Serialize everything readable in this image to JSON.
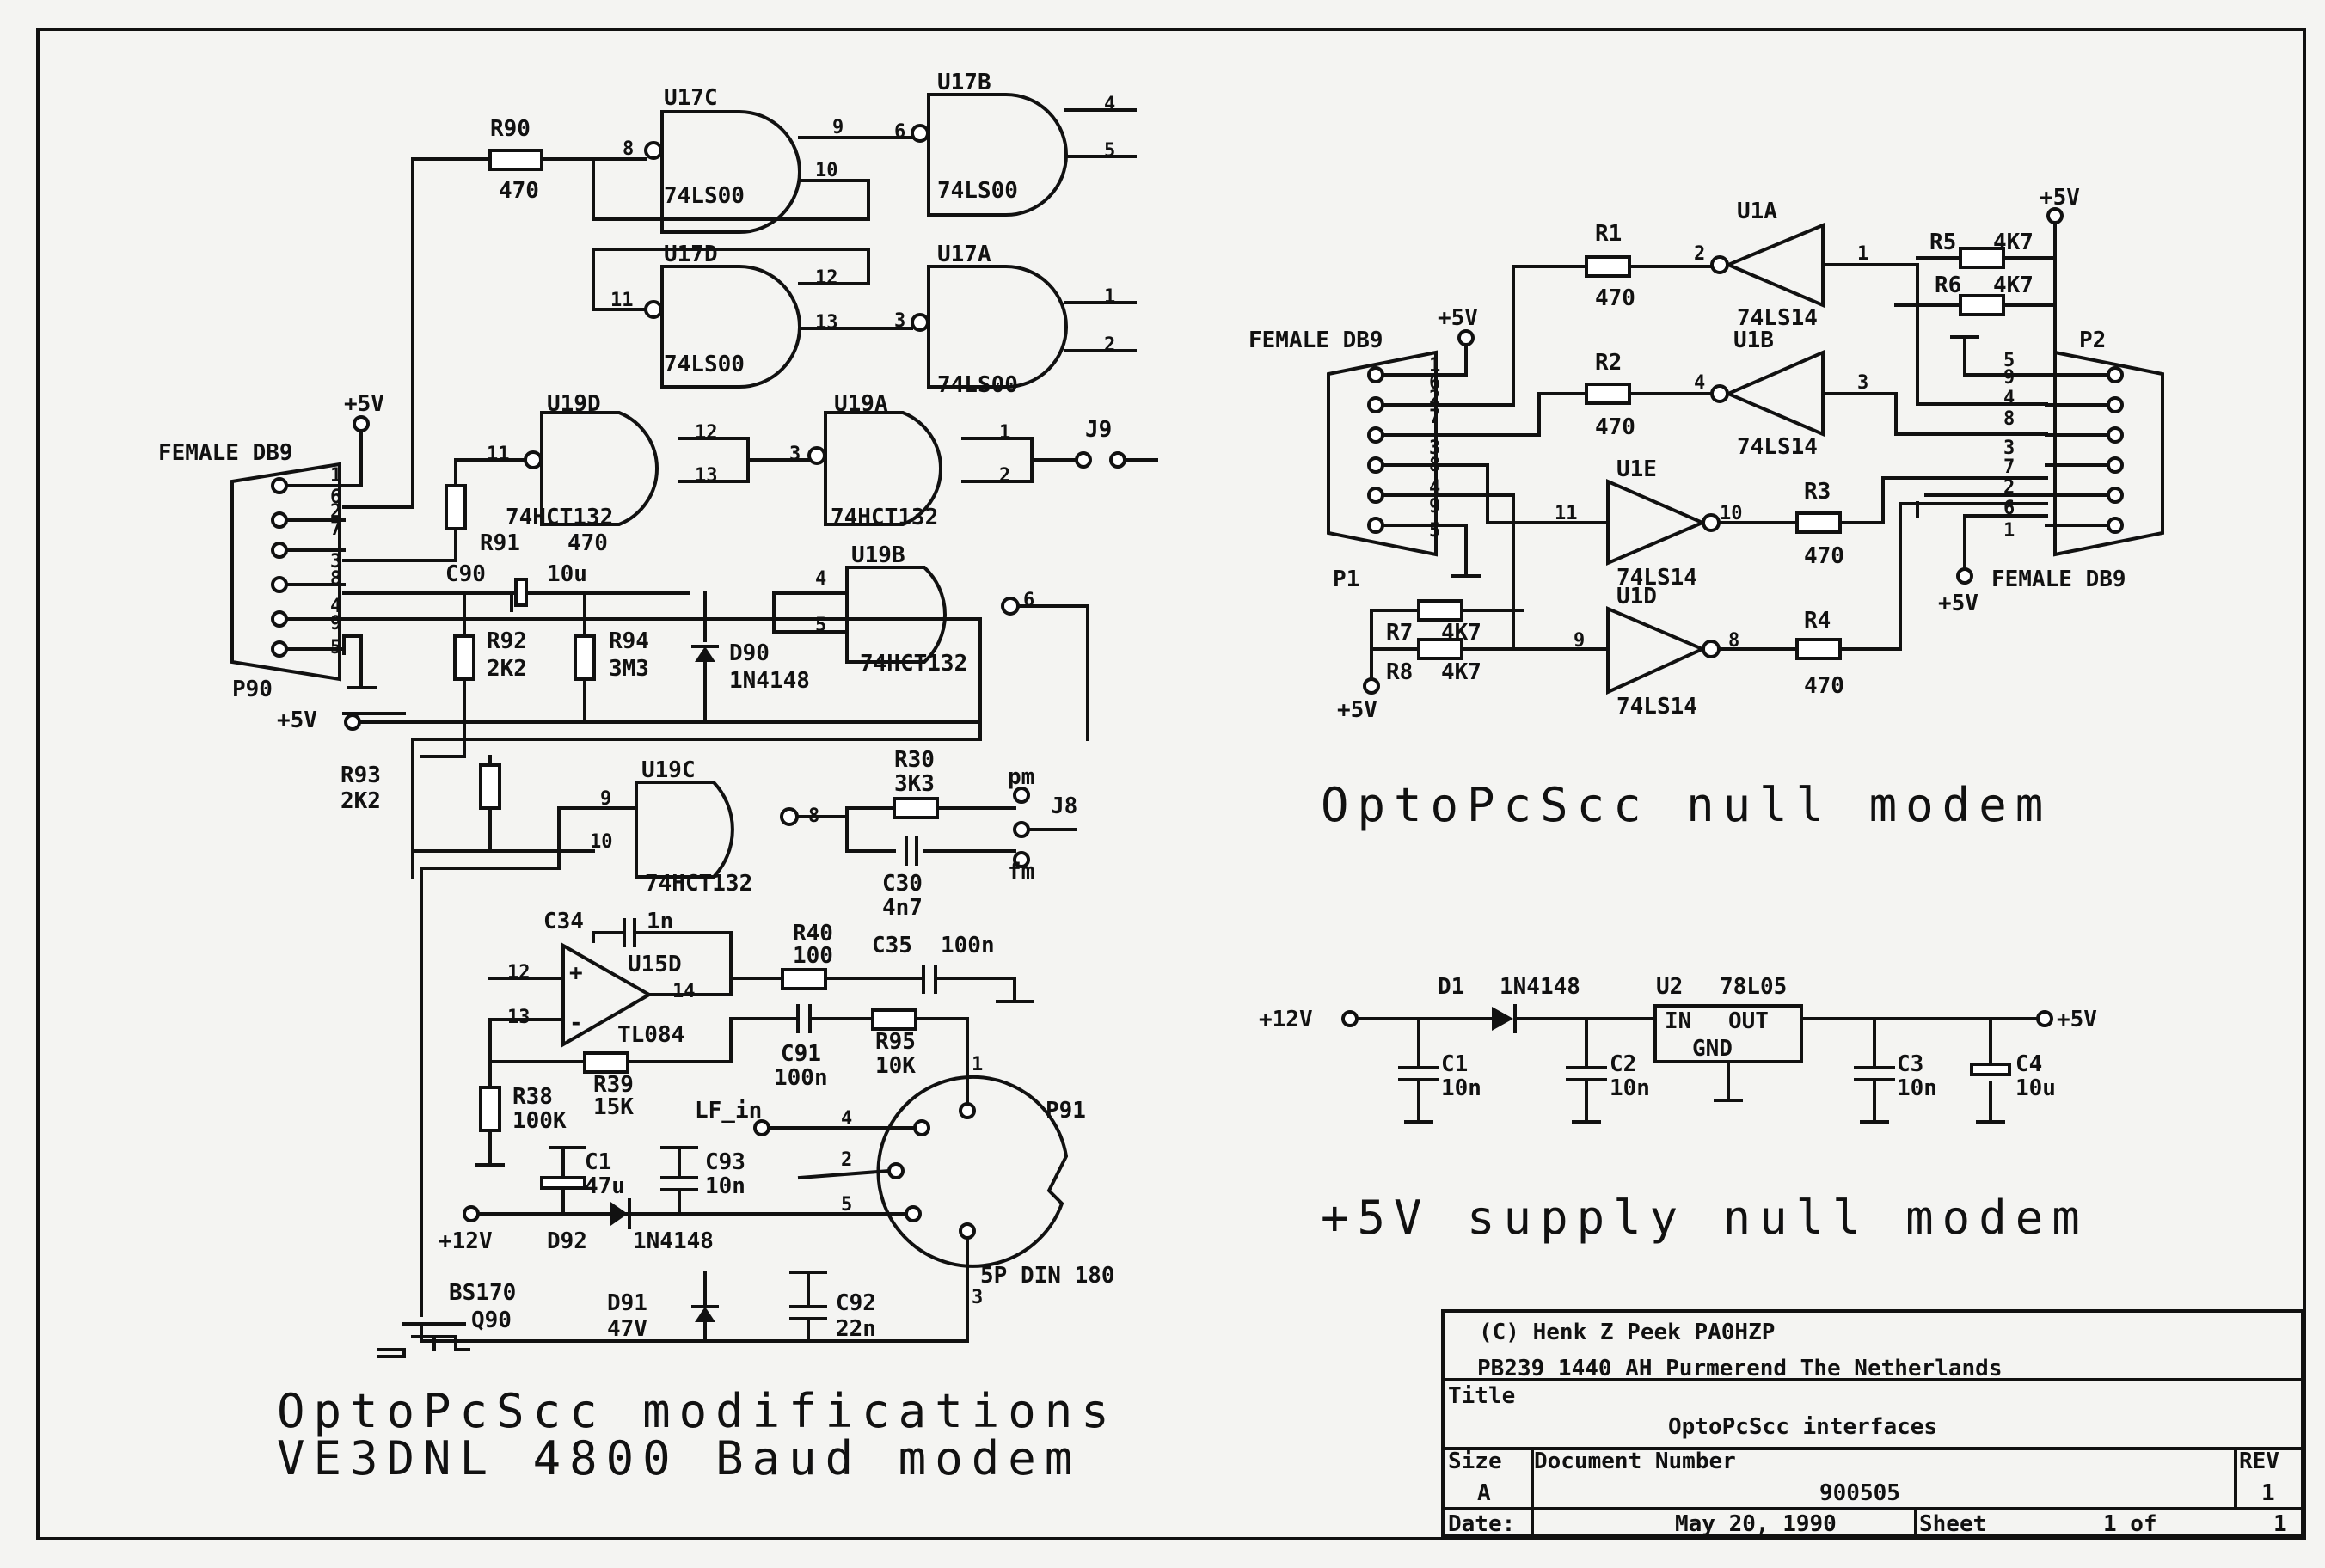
{
  "titles": {
    "modem_line1": "OptoPcScc modifications",
    "modem_line2": "VE3DNL 4800 Baud modem",
    "null_modem": "OptoPcScc null modem",
    "supply": "+5V supply null modem"
  },
  "left": {
    "u17c": {
      "ref": "U17C",
      "type": "74LS00",
      "pins": [
        "8",
        "9",
        "10"
      ]
    },
    "u17b": {
      "ref": "U17B",
      "type": "74LS00",
      "pins": [
        "6",
        "4",
        "5"
      ]
    },
    "u17d": {
      "ref": "U17D",
      "type": "74LS00",
      "pins": [
        "11",
        "12",
        "13"
      ]
    },
    "u17a": {
      "ref": "U17A",
      "type": "74LS00",
      "pins": [
        "3",
        "1",
        "2"
      ]
    },
    "u19d": {
      "ref": "U19D",
      "type": "74HCT132",
      "pins": [
        "11",
        "12",
        "13"
      ]
    },
    "u19a": {
      "ref": "U19A",
      "type": "74HCT132",
      "pins": [
        "3",
        "1",
        "2"
      ]
    },
    "u19b": {
      "ref": "U19B",
      "type": "74HCT132",
      "pins": [
        "4",
        "5",
        "6"
      ]
    },
    "u19c": {
      "ref": "U19C",
      "type": "74HCT132",
      "pins": [
        "9",
        "10",
        "8"
      ]
    },
    "u15d": {
      "ref": "U15D",
      "type": "TL084",
      "pins": [
        "12",
        "13",
        "14"
      ]
    },
    "r90": {
      "ref": "R90",
      "val": "470"
    },
    "r91": {
      "ref": "R91",
      "val": "470"
    },
    "r92": {
      "ref": "R92",
      "val": "2K2"
    },
    "r93": {
      "ref": "R93",
      "val": "2K2"
    },
    "r94": {
      "ref": "R94",
      "val": "3M3"
    },
    "r30": {
      "ref": "R30",
      "val": "3K3"
    },
    "r40": {
      "ref": "R40",
      "val": "100"
    },
    "r95": {
      "ref": "R95",
      "val": "10K"
    },
    "r39": {
      "ref": "R39",
      "val": "15K"
    },
    "r38": {
      "ref": "R38",
      "val": "100K"
    },
    "c90": {
      "ref": "C90",
      "val": "10u"
    },
    "c30": {
      "ref": "C30",
      "val": "4n7"
    },
    "c34": {
      "ref": "C34",
      "val": "1n"
    },
    "c35": {
      "ref": "C35",
      "val": "100n"
    },
    "c91": {
      "ref": "C91",
      "val": "100n"
    },
    "c1": {
      "ref": "C1",
      "val": "47u"
    },
    "c93": {
      "ref": "C93",
      "val": "10n"
    },
    "c92": {
      "ref": "C92",
      "val": "22n"
    },
    "d90": {
      "ref": "D90",
      "val": "1N4148"
    },
    "d92": {
      "ref": "D92",
      "val": "1N4148"
    },
    "d91": {
      "ref": "D91",
      "val": "47V"
    },
    "q90": {
      "ref": "Q90",
      "val": "BS170"
    },
    "p90": {
      "ref": "P90",
      "name": "FEMALE DB9",
      "pins": [
        "1",
        "6",
        "2",
        "7",
        "3",
        "8",
        "4",
        "9",
        "5"
      ]
    },
    "p91": {
      "ref": "P91",
      "name": "5P DIN 180",
      "pins": [
        "1",
        "4",
        "2",
        "5",
        "3"
      ]
    },
    "j9": "J9",
    "j8": "J8",
    "pm": "pm",
    "fm": "fm",
    "lf_in": "LF_in",
    "vcc5": "+5V",
    "vcc12": "+12V"
  },
  "right": {
    "p1": {
      "ref": "P1",
      "name": "FEMALE DB9",
      "pins": [
        "1",
        "6",
        "2",
        "7",
        "3",
        "8",
        "4",
        "9",
        "5"
      ]
    },
    "p2": {
      "ref": "P2",
      "name": "FEMALE DB9",
      "pins": [
        "5",
        "9",
        "4",
        "8",
        "3",
        "7",
        "2",
        "6",
        "1"
      ]
    },
    "u1a": {
      "ref": "U1A",
      "type": "74LS14",
      "in": "2",
      "out": "1"
    },
    "u1b": {
      "ref": "U1B",
      "type": "74LS14",
      "in": "4",
      "out": "3"
    },
    "u1e": {
      "ref": "U1E",
      "type": "74LS14",
      "in": "11",
      "out": "10"
    },
    "u1d": {
      "ref": "U1D",
      "type": "74LS14",
      "in": "9",
      "out": "8"
    },
    "r1": {
      "ref": "R1",
      "val": "470"
    },
    "r2": {
      "ref": "R2",
      "val": "470"
    },
    "r3": {
      "ref": "R3",
      "val": "470"
    },
    "r4": {
      "ref": "R4",
      "val": "470"
    },
    "r5": {
      "ref": "R5",
      "val": "4K7"
    },
    "r6": {
      "ref": "R6",
      "val": "4K7"
    },
    "r7": {
      "ref": "R7",
      "val": "4K7"
    },
    "r8": {
      "ref": "R8",
      "val": "4K7"
    },
    "vcc5": "+5V"
  },
  "supply": {
    "vin": "+12V",
    "vout": "+5V",
    "d1": {
      "ref": "D1",
      "val": "1N4148"
    },
    "u2": {
      "ref": "U2",
      "val": "78L05",
      "in": "IN",
      "out": "OUT",
      "gnd": "GND"
    },
    "c1": {
      "ref": "C1",
      "val": "10n"
    },
    "c2": {
      "ref": "C2",
      "val": "10n"
    },
    "c3": {
      "ref": "C3",
      "val": "10n"
    },
    "c4": {
      "ref": "C4",
      "val": "10u"
    }
  },
  "title_block": {
    "copyright": "(C) Henk Z Peek PA0HZP",
    "address": "PB239  1440 AH Purmerend  The Netherlands",
    "title_label": "Title",
    "title": "OptoPcScc interfaces",
    "size_label": "Size",
    "size": "A",
    "docnum_label": "Document Number",
    "docnum": "900505",
    "rev_label": "REV",
    "rev": "1",
    "date_label": "Date:",
    "date": "May 20, 1990",
    "sheet_label": "Sheet",
    "sheet": "1 of",
    "sheet_total": "1"
  }
}
